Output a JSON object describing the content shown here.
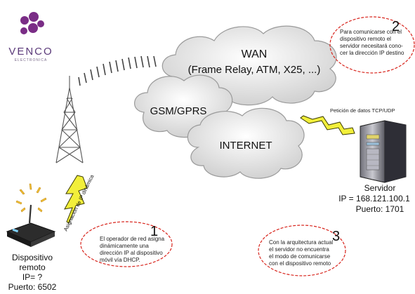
{
  "brand": {
    "name": "VENCO",
    "tagline": "ELECTRONICA",
    "logo_color": "#7a2d86"
  },
  "clouds": {
    "wan_title": "WAN",
    "wan_subtitle": "(Frame Relay, ATM, X25, ...)",
    "gsm": "GSM/GPRS",
    "internet": "INTERNET"
  },
  "arrows": {
    "ip_assignment": "Asignación de IP dinámica",
    "tcp_request": "Petición de datos TCP/UDP"
  },
  "device": {
    "name_line1": "Dispositivo",
    "name_line2": "remoto",
    "ip": "IP= ?",
    "port": "Puerto: 6502"
  },
  "server": {
    "name": "Servidor",
    "ip": "IP = 168.121.100.1",
    "port": "Puerto: 1701"
  },
  "notes": [
    {
      "number": "1",
      "lines": [
        "El operador de red asigna",
        "dinámicamente una",
        "dirección IP al dispositivo",
        "móvil vía DHCP."
      ]
    },
    {
      "number": "2",
      "lines": [
        "Para comunicarse con el",
        "dispositivo remoto el",
        "servidor necesitará cono-",
        "cer la dirección IP destino"
      ]
    },
    {
      "number": "3",
      "lines": [
        "Con la arquitectura actual",
        "el servidor no encuentra",
        "el modo de comunicarse",
        "con el dispositivo remoto"
      ]
    }
  ],
  "colors": {
    "cloud_fill": "#e6e6e6",
    "cloud_stroke": "#9a9a9a",
    "bolt_fill": "#f2ef3a",
    "bolt_stroke": "#3a3a00",
    "note_border": "#d8241c",
    "signal": "#f2c23a"
  }
}
